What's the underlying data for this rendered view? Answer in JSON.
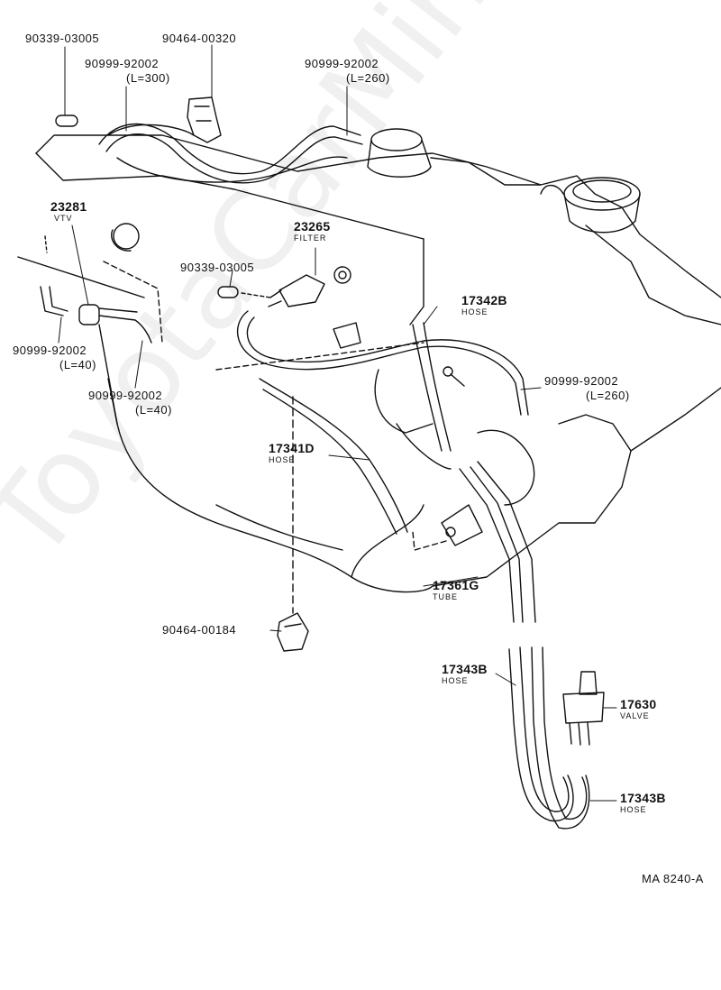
{
  "watermark": "ToyotaCarMine.ru",
  "drawing_code": "MA 8240-A",
  "parts": {
    "p1": "90339-03005",
    "p2": "90464-00320",
    "p3": "90999-92002",
    "p3_len": "(L=300)",
    "p4": "90999-92002",
    "p4_len": "(L=260)",
    "p5": "23281",
    "p5_name": "VTV",
    "p6": "23265",
    "p6_name": "FILTER",
    "p7": "90339-03005",
    "p8": "17342B",
    "p8_name": "HOSE",
    "p9": "90999-92002",
    "p9_len": "(L=40)",
    "p10": "90999-92002",
    "p10_len": "(L=40)",
    "p11": "90999-92002",
    "p11_len": "(L=260)",
    "p12": "17341D",
    "p12_name": "HOSE",
    "p13": "17361G",
    "p13_name": "TUBE",
    "p14": "90464-00184",
    "p15": "17343B",
    "p15_name": "HOSE",
    "p16": "17630",
    "p16_name": "VALVE",
    "p17": "17343B",
    "p17_name": "HOSE"
  }
}
